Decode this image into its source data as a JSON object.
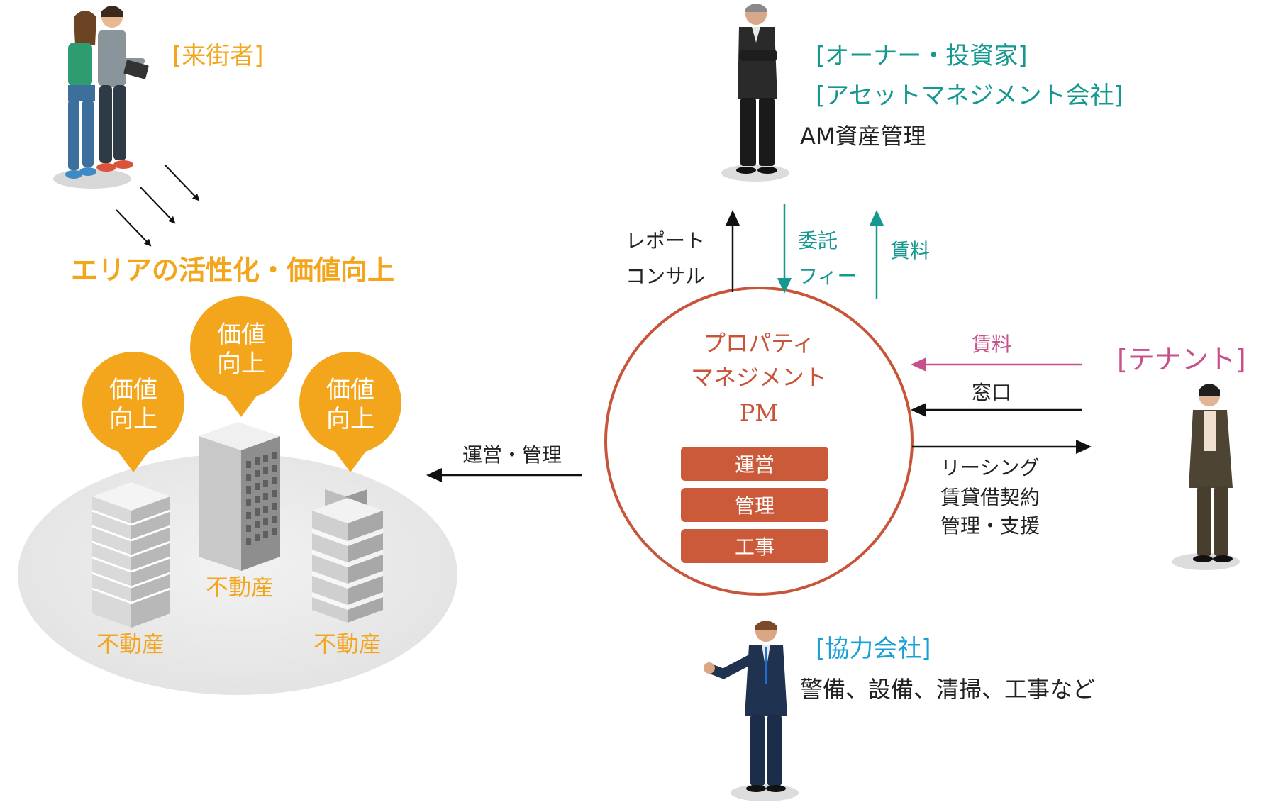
{
  "visitor": {
    "label": "[来街者]"
  },
  "area": {
    "title": "エリアの活性化・価値向上"
  },
  "pins": [
    {
      "line1": "価値",
      "line2": "向上"
    },
    {
      "line1": "価値",
      "line2": "向上"
    },
    {
      "line1": "価値",
      "line2": "向上"
    }
  ],
  "buildings": [
    {
      "label": "不動産"
    },
    {
      "label": "不動産"
    },
    {
      "label": "不動産"
    }
  ],
  "owner": {
    "line1": "[オーナー・投資家]",
    "line2": "[アセットマネジメント会社]",
    "line3": "AM資産管理"
  },
  "flows": {
    "report_line1": "レポート",
    "report_line2": "コンサル",
    "entrust_line1": "委託",
    "entrust_line2": "フィー",
    "rent": "賃料",
    "tenant_rent": "賃料",
    "window": "窓口",
    "leasing": [
      "リーシング",
      "賃貸借契約",
      "管理・支援"
    ],
    "operation": "運営・管理"
  },
  "pm": {
    "title_line1": "プロパティ",
    "title_line2": "マネジメント",
    "title_line3": "PM",
    "boxes": [
      "運営",
      "管理",
      "工事"
    ]
  },
  "tenant": {
    "label": "[テナント]"
  },
  "partner": {
    "label": "[協力会社]",
    "desc": "警備、設備、清掃、工事など"
  },
  "colors": {
    "orange": "#f3a51c",
    "teal": "#14988f",
    "pink": "#c6518d",
    "blue": "#1ba0d6",
    "pm_red": "#cb5a3a",
    "circle": "#c8553a"
  }
}
